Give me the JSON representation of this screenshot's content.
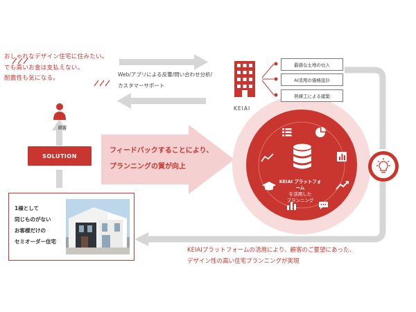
{
  "customer": {
    "quote_lines": [
      "おしゃれなデザイン住宅に住みたい。",
      "でも高いお金は支払えない。",
      "耐震性も気になる。"
    ],
    "label": "顧客"
  },
  "solution_label": "SOLUTION",
  "service_lines": [
    "Web/アプリによる反響/問い合わせ分析/",
    "カスタマーサポート"
  ],
  "company_label": "KEIAI",
  "company_features": [
    "最適な土地の仕入",
    "AI活用の価格設計",
    "熟練工による建築"
  ],
  "feedback_lines": [
    "フィードバックすることにより、",
    "プランニングの質が向上"
  ],
  "platform": {
    "title": "KEIAI プラットフォーム",
    "lines": [
      "を活用した",
      "プランニング"
    ]
  },
  "house_card": {
    "lines": [
      "1棟として",
      "同じものがない",
      "お客様だけの",
      "セミオーダー住宅"
    ]
  },
  "result_lines": [
    "KEIAIプラットフォームの活用により、顧客のご要望にあった、",
    "デザイン性の高い住宅プランニングが実現"
  ],
  "colors": {
    "accent": "#c9352f",
    "arrow_gray": "#d6d6d6",
    "feedback_pink": "#f4d1d0"
  },
  "icons": [
    "person-icon",
    "building-icon",
    "lightbulb-icon",
    "database-icon",
    "list-icon",
    "pie-chart-icon",
    "line-chart-icon",
    "bar-chart-icon",
    "graduation-cap-icon",
    "trend-arrow-icon",
    "column-chart-icon",
    "chat-bubble-icon"
  ]
}
